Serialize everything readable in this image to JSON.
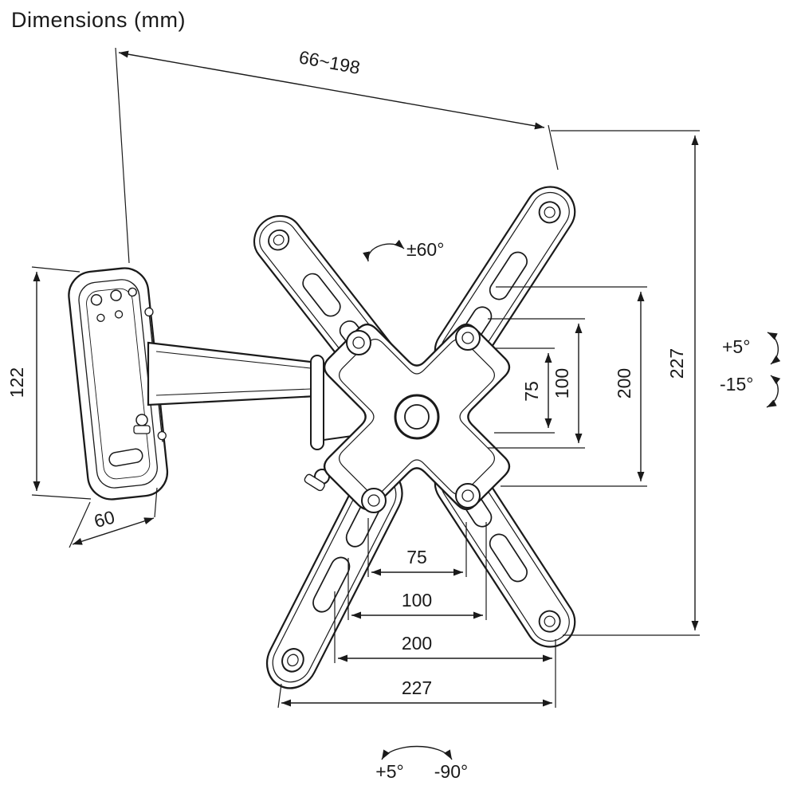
{
  "title": "Dimensions (mm)",
  "colors": {
    "line": "#1a1a1a",
    "background": "#ffffff"
  },
  "dims": {
    "arm_extension": "66~198",
    "swivel_range": "±60°",
    "wall_plate_height": "122",
    "wall_plate_width": "60",
    "vesa_vertical_75": "75",
    "vesa_vertical_100": "100",
    "vertical_200": "200",
    "vertical_227": "227",
    "tilt_up": "+5°",
    "tilt_down": "-15°",
    "vesa_horizontal_75": "75",
    "vesa_horizontal_100": "100",
    "horizontal_200": "200",
    "horizontal_227": "227",
    "rotation_plus": "+5°",
    "rotation_minus": "-90°"
  }
}
